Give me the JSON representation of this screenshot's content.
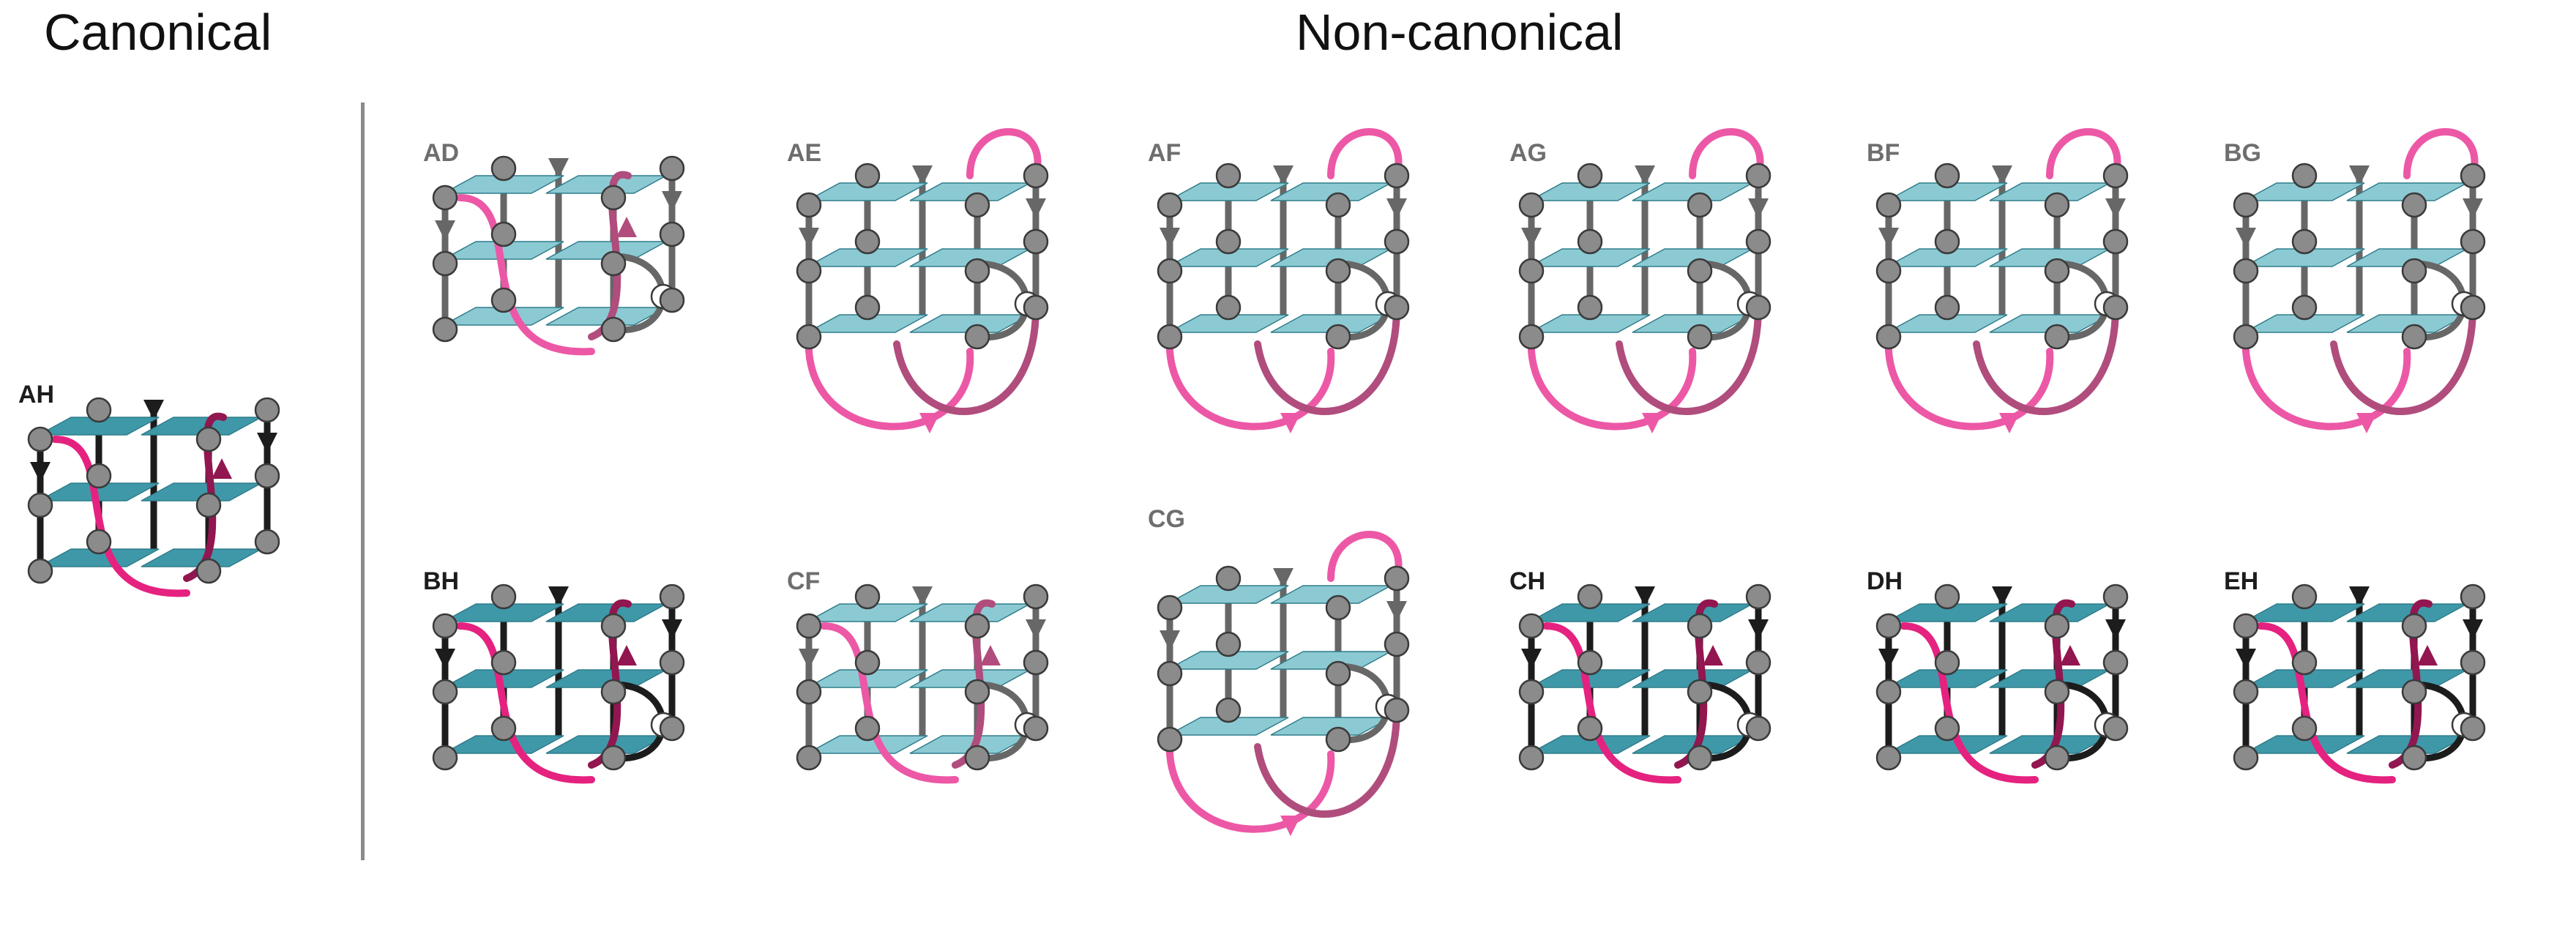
{
  "headings": {
    "canonical": "Canonical",
    "noncanonical": "Non-canonical"
  },
  "colors": {
    "plate_dark": "#3f98a8",
    "plate_light": "#8ccad3",
    "strand_dark": "#1c1c1c",
    "strand_grey": "#676767",
    "loop_magenta": "#e5227f",
    "loop_pink": "#ec58a6",
    "loop_maroon": "#92164f",
    "loop_mauve": "#b04d7d",
    "node": "#8b8b8b",
    "open_node": "#ffffff"
  },
  "canonical": {
    "label": "AH",
    "style": "dark",
    "variant": "std",
    "extra_node": false
  },
  "noncanonical": [
    {
      "label": "AD",
      "style": "light",
      "variant": "std",
      "extra_node": true
    },
    {
      "label": "AE",
      "style": "light",
      "variant": "ext",
      "extra_node": true
    },
    {
      "label": "AF",
      "style": "light",
      "variant": "ext",
      "extra_node": true
    },
    {
      "label": "AG",
      "style": "light",
      "variant": "ext",
      "extra_node": true
    },
    {
      "label": "BF",
      "style": "light",
      "variant": "ext",
      "extra_node": true
    },
    {
      "label": "BG",
      "style": "light",
      "variant": "ext",
      "extra_node": true
    },
    {
      "label": "BH",
      "style": "dark",
      "variant": "std",
      "extra_node": true
    },
    {
      "label": "CF",
      "style": "light",
      "variant": "std",
      "extra_node": true
    },
    {
      "label": "CG",
      "style": "light",
      "variant": "tall",
      "extra_node": true
    },
    {
      "label": "CH",
      "style": "dark",
      "variant": "std",
      "extra_node": true
    },
    {
      "label": "DH",
      "style": "dark",
      "variant": "std",
      "extra_node": true
    },
    {
      "label": "EH",
      "style": "dark",
      "variant": "std",
      "extra_node": true
    }
  ]
}
